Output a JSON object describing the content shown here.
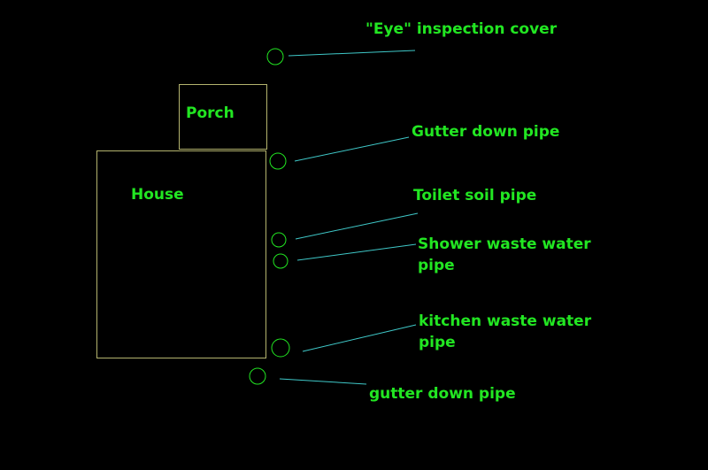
{
  "colors": {
    "background": "#000000",
    "label_text": "#22e622",
    "building_outline": "#b4b46e",
    "marker_circle": "#22e622",
    "leader_line": "#3fc8c8"
  },
  "buildings": {
    "porch": "Porch",
    "house": "House"
  },
  "callouts": [
    {
      "id": "eye-inspection-cover",
      "label": "\"Eye\" inspection cover"
    },
    {
      "id": "gutter-down-pipe-upper",
      "label": "Gutter down pipe"
    },
    {
      "id": "toilet-soil-pipe",
      "label": "Toilet soil pipe"
    },
    {
      "id": "shower-waste-water-pipe",
      "label": "Shower waste water\npipe"
    },
    {
      "id": "kitchen-waste-water-pipe",
      "label": "kitchen waste water\npipe"
    },
    {
      "id": "gutter-down-pipe-lower",
      "label": "gutter down pipe"
    }
  ]
}
